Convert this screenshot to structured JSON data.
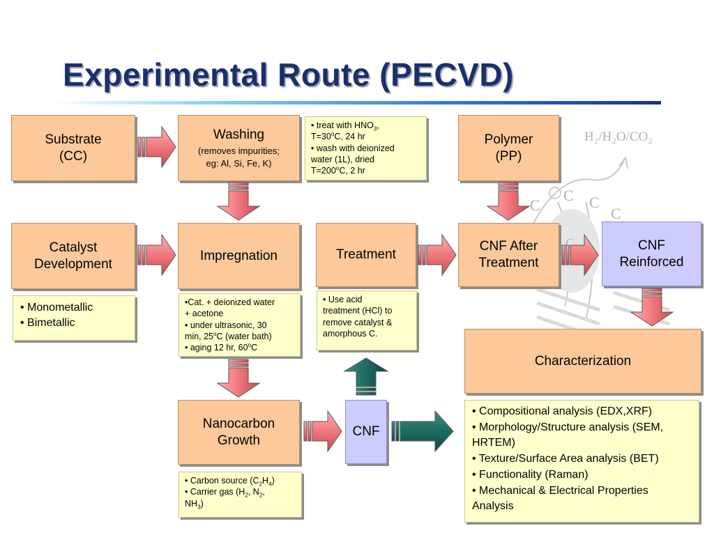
{
  "title": "Experimental Route (PECVD)",
  "background_formula": "H₂/H₂O/CO₂",
  "background_atoms": [
    "C",
    "C",
    "C",
    "C",
    "C"
  ],
  "boxes": {
    "substrate": [
      "Substrate",
      "(CC)"
    ],
    "washing": {
      "title": "Washing",
      "sub": [
        "(removes impurities;",
        "eg: Al, Si, Fe, K)"
      ]
    },
    "polymer": [
      "Polymer",
      "(PP)"
    ],
    "catalyst": [
      "Catalyst",
      "Development"
    ],
    "impregnation": [
      "Impregnation"
    ],
    "treatment": [
      "Treatment"
    ],
    "cnf_after": [
      "CNF After",
      "Treatment"
    ],
    "cnf_reinforced": [
      "CNF",
      "Reinforced"
    ],
    "characterization": [
      "Characterization"
    ],
    "nanocarbon": [
      "Nanocarbon",
      "Growth"
    ],
    "cnf": [
      "CNF"
    ]
  },
  "notes": {
    "washing": {
      "line1": "• treat with HNO",
      "line1_sub": "3",
      "line1_end": ",",
      "line2": "T=30",
      "line2_sup": "o",
      "line2_end": "C, 24 hr",
      "line3": "• wash with deionized",
      "line4": "water (1L), dried",
      "line5": "T=200",
      "line5_sup": "o",
      "line5_end": "C, 2 hr"
    },
    "catalyst": [
      "• Monometallic",
      "• Bimetallic"
    ],
    "impregnation": {
      "line1": "•Cat. + deionized water",
      "line2": "+ acetone",
      "line3": "• under ultrasonic, 30",
      "line4": "min, 25",
      "line4_sup": "o",
      "line4_end": "C (water bath)",
      "line5": "• aging 12 hr, 60",
      "line5_sup": "o",
      "line5_end": "C"
    },
    "treatment": [
      "• Use acid",
      "treatment (HCl) to",
      "remove catalyst &",
      "amorphous C."
    ],
    "nanocarbon": {
      "l1a": "• Carbon source (C",
      "l1s1": "2",
      "l1b": "H",
      "l1s2": "4",
      "l1c": ")",
      "l2a": "• Carrier gas (H",
      "l2s1": "2",
      "l2b": ", N",
      "l2s2": "2",
      "l2c": ",",
      "l3a": "NH",
      "l3s": "3",
      "l3b": ")"
    },
    "characterization": [
      "• Compositional analysis (EDX,XRF)",
      "• Morphology/Structure analysis (SEM,",
      "HRTEM)",
      "• Texture/Surface Area analysis (BET)",
      "• Functionality (Raman)",
      "• Mechanical & Electrical Properties",
      "Analysis"
    ]
  },
  "colors": {
    "title": "#1b2f6b",
    "box_orange": "#fdc99a",
    "box_lavender": "#ccccff",
    "note_yellow": "#ffffcc",
    "arrow_pink": "#f07c80",
    "arrow_teal": "#1f6b63"
  }
}
